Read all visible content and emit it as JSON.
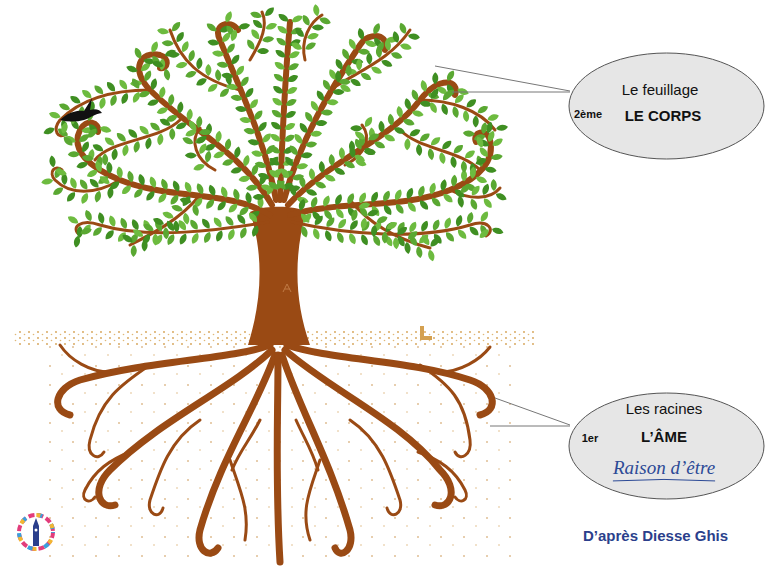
{
  "diagram": {
    "nodes": [
      {
        "text": [
          "Le feuillage",
          "2ème",
          "LE CORPS"
        ]
      },
      {
        "text": [
          "Les racines",
          "1er",
          "L’ÂME",
          "Raison d’être"
        ]
      }
    ],
    "labels": [
      "D’après Diesse Ghis"
    ]
  }
}
